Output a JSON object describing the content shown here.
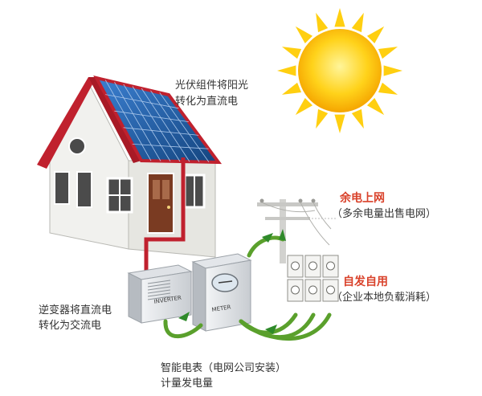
{
  "labels": {
    "pv_line1": "光伏组件将阳光",
    "pv_line2": "转化为直流电",
    "surplus_title": "余电上网",
    "surplus_sub": "（多余电量出售电网）",
    "self_title": "自发自用",
    "self_sub": "（企业本地负载消耗）",
    "inverter_line1": "逆变器将直流电",
    "inverter_line2": "转化为交流电",
    "meter_line1": "智能电表（电网公司安装）",
    "meter_line2": "计量发电量"
  },
  "device_text": {
    "inverter": "INVERTER",
    "meter": "METER"
  },
  "colors": {
    "sun": "#ffd21a",
    "roof": "#c0212e",
    "panel": "#1f5fa8",
    "dc_wire": "#c0212e",
    "ac_wire": "#5aa02c",
    "highlight_text": "#d9412a"
  }
}
